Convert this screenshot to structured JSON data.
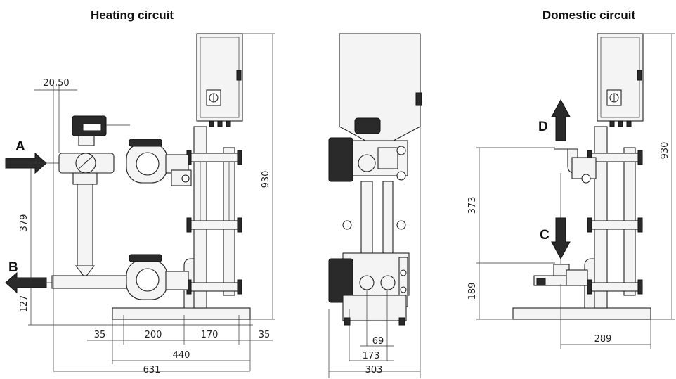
{
  "titles": {
    "heating": "Heating circuit",
    "domestic": "Domestic circuit"
  },
  "arrows": {
    "a": "A",
    "b": "B",
    "c": "C",
    "d": "D"
  },
  "dimensions": {
    "offset": "20,50",
    "height_heating": "930",
    "height_domestic": "930",
    "vertical_a_b": "379",
    "bottom_b": "127",
    "left_margin": "35",
    "span_200": "200",
    "span_170": "170",
    "right_margin": "35",
    "span_440": "440",
    "total_width": "631",
    "side_69": "69",
    "side_173": "173",
    "side_depth": "303",
    "vertical_d_c": "373",
    "bottom_c": "189",
    "domestic_width": "289"
  }
}
